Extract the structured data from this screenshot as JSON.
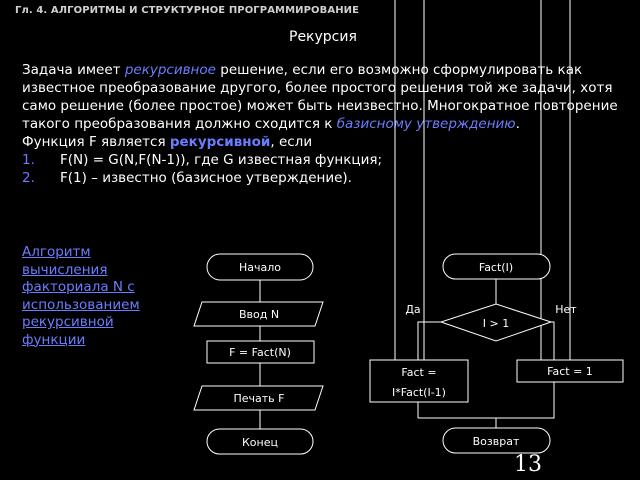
{
  "header": {
    "chapter": "Гл. 4. АЛГОРИТМЫ И СТРУКТУРНОЕ ПРОГРАММИРОВАНИЕ",
    "title": "Рекурсия"
  },
  "body": {
    "p1_a": "Задача имеет ",
    "p1_hl": "рекурсивное",
    "p1_b": " решение, если его возможно сформулировать как известное преобразование другого, более простого решения той же задачи, хотя само решение (более простое) может быть неизвестно. Многократное повторение такого преобразования должно сходится к ",
    "p1_hl2": "базисному утверждению",
    "p1_c": ".",
    "p2_a": "Функция F является ",
    "p2_hl": "рекурсивной",
    "p2_b": ", если",
    "conditions": [
      {
        "num": "1.",
        "text": "F(N) = G(N,F(N-1)), где G известная функция;"
      },
      {
        "num": "2.",
        "text": "F(1) – известно (базисное утверждение)."
      }
    ]
  },
  "algo_caption": "Алгоритм вычисления факториала N с использованием рекурсивной функции",
  "flow_main": {
    "start": "Начало",
    "input": "Ввод N",
    "process": "F = Fact(N)",
    "output": "Печать F",
    "end": "Конец"
  },
  "flow_fact": {
    "start": "Fact(I)",
    "condition": "I > 1",
    "yes": "Да",
    "no": "Нет",
    "recursive_1": "Fact =",
    "recursive_2": "I*Fact(I-1)",
    "base": "Fact = 1",
    "return": "Возврат"
  },
  "page_number": "13",
  "colors": {
    "background": "#000000",
    "accent": "#6b7dff",
    "text": "#ffffff"
  }
}
